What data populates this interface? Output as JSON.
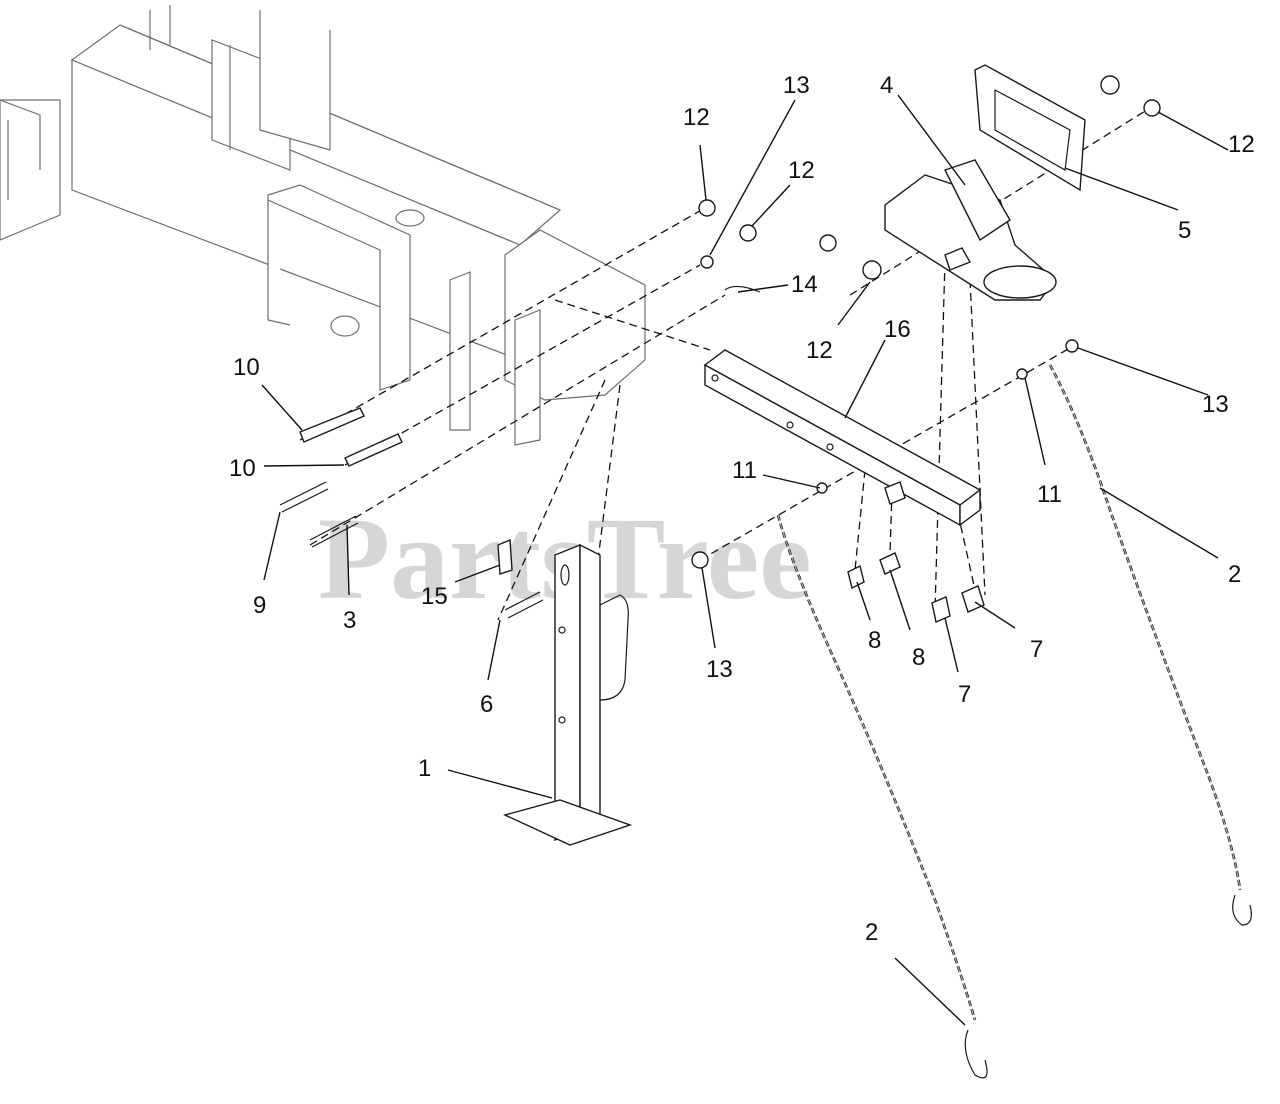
{
  "watermark": "PartsTree",
  "callouts": [
    "1",
    "2",
    "2",
    "3",
    "4",
    "5",
    "6",
    "7",
    "7",
    "8",
    "8",
    "9",
    "10",
    "10",
    "11",
    "11",
    "12",
    "12",
    "12",
    "12",
    "13",
    "13",
    "13",
    "14",
    "15",
    "16"
  ]
}
